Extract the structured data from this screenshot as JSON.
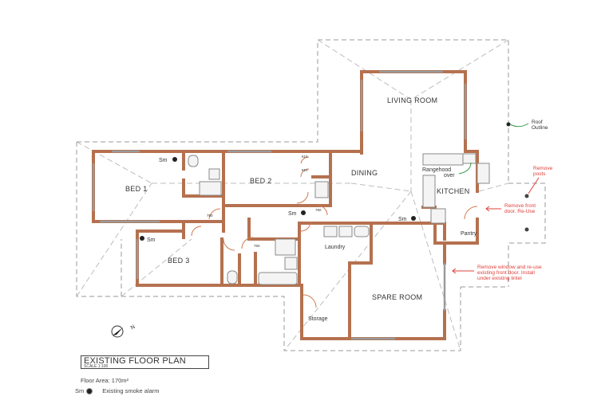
{
  "title": {
    "heading": "EXISTING FLOOR PLAN",
    "scale": "SCALE 1:100"
  },
  "floor_area": "Floor Area: 170m²",
  "legend": {
    "symbol": "Sm",
    "icon": "smoke-alarm-icon",
    "description": "Existing smoke alarm"
  },
  "rooms": {
    "living_room": "LIVING ROOM",
    "dining": "DINING",
    "kitchen": "KITCHEN",
    "pantry": "Pantry",
    "bed1": "BED 1",
    "bed2": "BED 2",
    "bed3": "BED 3",
    "laundry": "Laundry",
    "storage": "Storage",
    "spare_room": "SPARE ROOM"
  },
  "fixtures": {
    "rangehood_line1": "Rangehood",
    "rangehood_line2": "over"
  },
  "smoke_alarms": [
    "Sm",
    "Sm",
    "Sm",
    "Sm"
  ],
  "door_widths": {
    "bed1": "760",
    "bed2_a": "610",
    "bed2_b": "610",
    "hall": "760",
    "bath": "760"
  },
  "annotations": {
    "roof_outline_line1": "Roof",
    "roof_outline_line2": "Outline",
    "remove_posts_line1": "Remove",
    "remove_posts_line2": "posts",
    "remove_door_line1": "Remove front",
    "remove_door_line2": "door. Re-Use",
    "remove_window_line1": "Remove window and re-use",
    "remove_window_line2": "existing front door. Install",
    "remove_window_line3": "under existing lintel"
  },
  "north_arrow": {
    "label": "N",
    "icon": "north-arrow-icon"
  },
  "colors": {
    "wall": "#b5714f",
    "annotation": "#e0403a",
    "roof_line": "#9a9a9a"
  }
}
